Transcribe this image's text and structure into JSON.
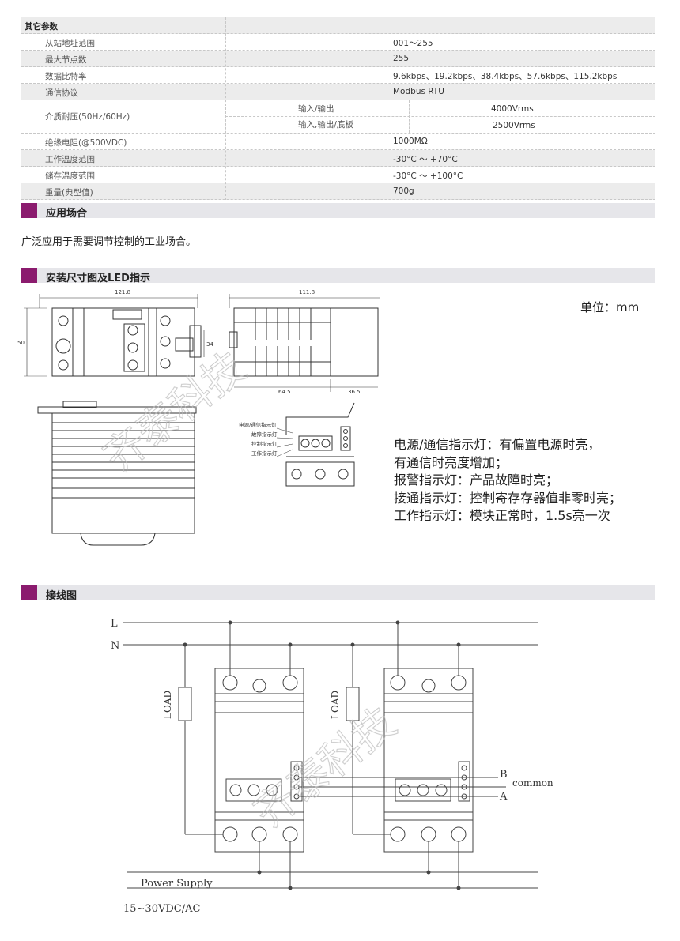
{
  "params": {
    "header": "其它参数",
    "rows": [
      {
        "label": "从站地址范围",
        "value": "001～255"
      },
      {
        "label": "最大节点数",
        "value": "255"
      },
      {
        "label": "数据比特率",
        "value": "9.6kbps、19.2kbps、38.4kbps、57.6kbps、115.2kbps"
      },
      {
        "label": "通信协议",
        "value": "Modbus RTU"
      }
    ],
    "withstand": {
      "label": "介质耐压(50Hz/60Hz)",
      "sub": [
        {
          "label": "输入/输出",
          "value": "4000Vrms"
        },
        {
          "label": "输入,输出/底板",
          "value": "2500Vrms"
        }
      ]
    },
    "rows2": [
      {
        "label": "绝缘电阻(@500VDC)",
        "value": "1000MΩ"
      },
      {
        "label": "工作温度范围",
        "value": "-30°C ～ +70°C"
      },
      {
        "label": "储存温度范围",
        "value": "-30°C ～ +100°C"
      },
      {
        "label": "重量(典型值)",
        "value": "700g"
      }
    ]
  },
  "sections": {
    "application": "应用场合",
    "application_text": "广泛应用于需要调节控制的工业场合。",
    "dimensions": "安装尺寸图及LED指示",
    "wiring": "接线图"
  },
  "dimensions": {
    "unit": "单位：mm",
    "d_121_8": "121.8",
    "d_111_8": "111.8",
    "d_50": "50",
    "d_34": "34",
    "d_64_5": "64.5",
    "d_36_5": "36.5",
    "led_labels": [
      "电源/通信指示灯",
      "故障指示灯",
      "控制指示灯",
      "工作指示灯"
    ]
  },
  "led_desc": [
    "电源/通信指示灯：有偏置电源时亮，",
    "有通信时亮度增加；",
    "报警指示灯：产品故障时亮；",
    "接通指示灯：控制寄存存器值非零时亮；",
    "工作指示灯：模块正常时，1.5s亮一次"
  ],
  "wiring": {
    "L": "L",
    "N": "N",
    "load": "LOAD",
    "B": "B",
    "common": "common",
    "A": "A",
    "power_supply": "Power Supply",
    "voltage": "15~30VDC/AC"
  },
  "watermark": "齐泰科技",
  "colors": {
    "accent": "#8b1b6e",
    "band": "#e6e6ea"
  }
}
